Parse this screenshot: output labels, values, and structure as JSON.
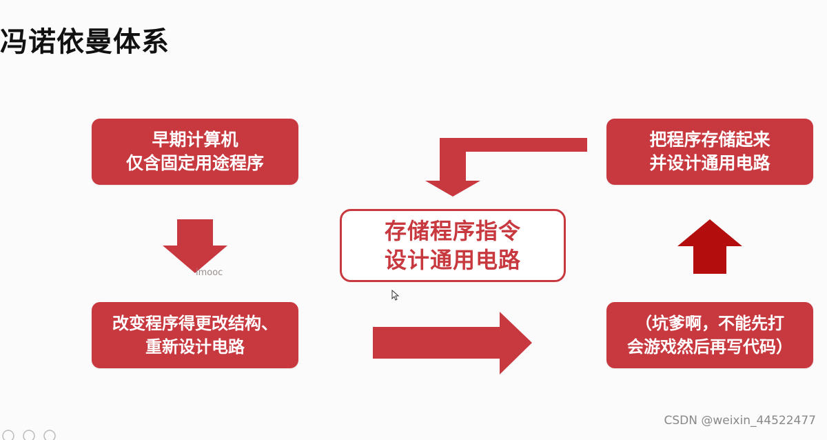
{
  "title": "冯诺依曼体系",
  "boxes": {
    "early": {
      "line1": "早期计算机",
      "line2": "仅含固定用途程序"
    },
    "change": {
      "line1": "改变程序得更改结构、",
      "line2": "重新设计电路"
    },
    "store": {
      "line1": "把程序存储起来",
      "line2": "并设计通用电路"
    },
    "joke": {
      "line1": "（坑爹啊，不能先打",
      "line2": "会游戏然后再写代码）"
    }
  },
  "center": {
    "line1": "存储程序指令",
    "line2": "设计通用电路"
  },
  "watermark": "imooc",
  "credit": "CSDN @weixin_44522477",
  "colors": {
    "accent": "#c8383f",
    "arrow": "#c8383f",
    "arrow_dark": "#b30d0d"
  },
  "icons": [
    "mouse-cursor-icon"
  ]
}
